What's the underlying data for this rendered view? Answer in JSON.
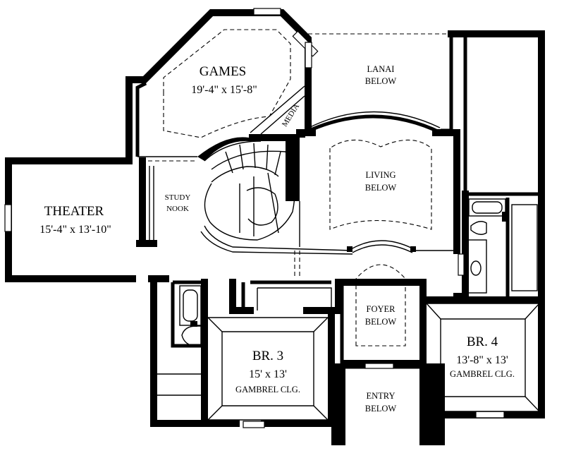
{
  "rooms": {
    "games": {
      "name": "GAMES",
      "dims": "19'-4\" x 15'-8\""
    },
    "lanai": {
      "line1": "LANAI",
      "line2": "BELOW"
    },
    "media": {
      "name": "MEDIA"
    },
    "living": {
      "line1": "LIVING",
      "line2": "BELOW"
    },
    "theater": {
      "name": "THEATER",
      "dims": "15'-4\" x 13'-10\""
    },
    "study": {
      "line1": "STUDY",
      "line2": "NOOK"
    },
    "foyer": {
      "line1": "FOYER",
      "line2": "BELOW"
    },
    "br3": {
      "name": "BR. 3",
      "dims": "15' x 13'",
      "ceiling": "GAMBREL CLG."
    },
    "br4": {
      "name": "BR. 4",
      "dims": "13'-8\" x 13'",
      "ceiling": "GAMBREL CLG."
    },
    "entry": {
      "line1": "ENTRY",
      "line2": "BELOW"
    }
  }
}
